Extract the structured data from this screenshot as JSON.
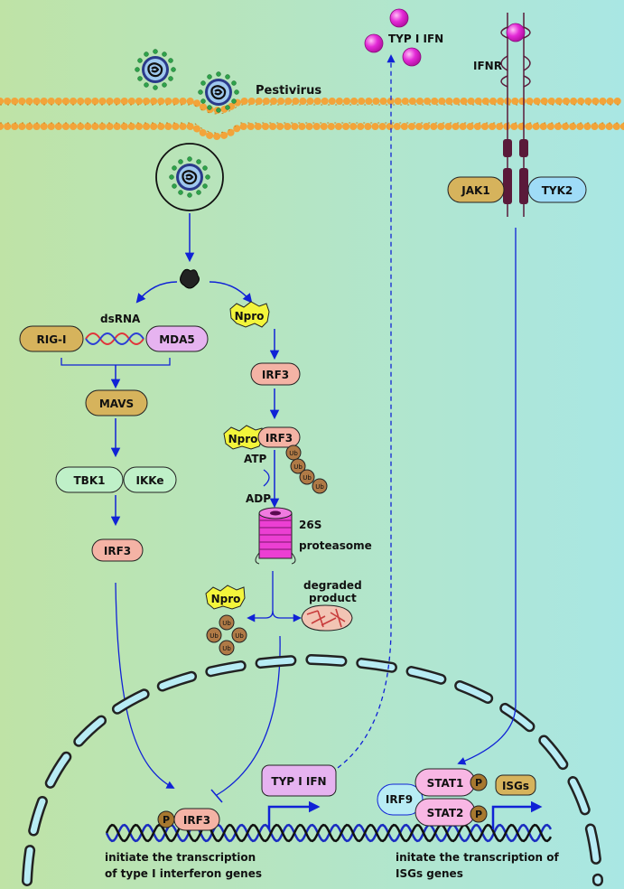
{
  "labels": {
    "pestivirus": "Pestivirus",
    "typ1_ifn_top": "TYP I IFN",
    "ifnr": "IFNR",
    "jak1": "JAK1",
    "tyk2": "TYK2",
    "dsrna": "dsRNA",
    "rigi": "RIG-I",
    "mda5": "MDA5",
    "mavs": "MAVS",
    "tbk1": "TBK1",
    "ikke": "IKKe",
    "irf3": "IRF3",
    "npro": "Npro",
    "atp": "ATP",
    "adp": "ADP",
    "proteasome_line1": "26S",
    "proteasome_line2": "proteasome",
    "degraded_line1": "degraded",
    "degraded_line2": "product",
    "ub": "Ub",
    "p": "P",
    "typ1_ifn_nucleus": "TYP I IFN",
    "stat1": "STAT1",
    "stat2": "STAT2",
    "irf9": "IRF9",
    "isgs": "ISGs",
    "caption_left_1": "initiate the transcription",
    "caption_left_2": "of type I interferon genes",
    "caption_right_1": "initate the transcription of",
    "caption_right_2": "ISGs genes"
  },
  "colors": {
    "bg_left": "#bfe3a6",
    "bg_right": "#a9e7e4",
    "membrane_head": "#f2a43a",
    "tan": "#d6b35c",
    "green_box": "#bff0c8",
    "pink_box": "#f4b3a5",
    "violet_box": "#e6b3f0",
    "blue_box": "#9fdcf7",
    "npro": "#f3f53b",
    "ub": "#b07a46",
    "proteasome": "#ec3fd3",
    "ifn_ball": "#e42ad7",
    "arrow": "#1022d6",
    "dna": "#1a2cc0",
    "nucleus_pore": "#b8ecf4"
  }
}
